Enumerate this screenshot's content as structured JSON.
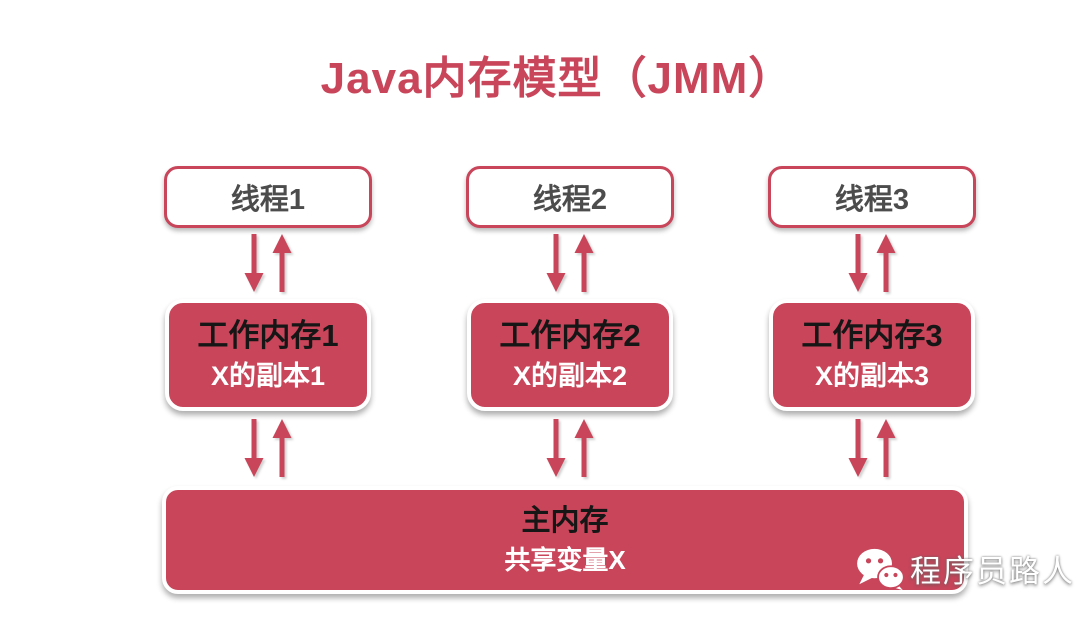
{
  "title": "Java内存模型（JMM）",
  "columns": [
    {
      "thread_label": "线程1",
      "work_memory_title": "工作内存1",
      "work_memory_copy": "X的副本1"
    },
    {
      "thread_label": "线程2",
      "work_memory_title": "工作内存2",
      "work_memory_copy": "X的副本2"
    },
    {
      "thread_label": "线程3",
      "work_memory_title": "工作内存3",
      "work_memory_copy": "X的副本3"
    }
  ],
  "main_memory": {
    "title": "主内存",
    "shared_variable": "共享变量X"
  },
  "watermark": {
    "label": "程序员路人",
    "icon": "wechat-icon"
  },
  "icons": {
    "down": "down-arrow-icon",
    "up": "up-arrow-icon"
  },
  "colors": {
    "accent": "#c8455a",
    "thread_text": "#4c4c4c",
    "black_text": "#161616",
    "white_text": "#ffffff"
  }
}
